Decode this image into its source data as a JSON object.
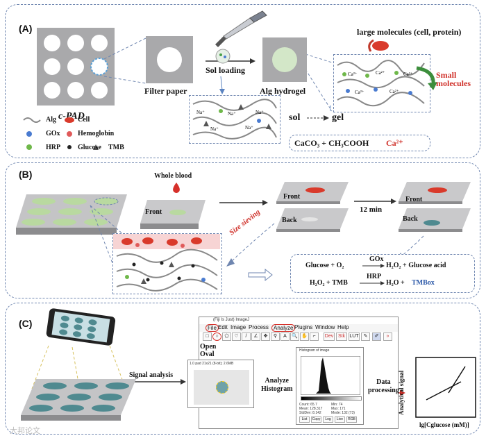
{
  "panels": {
    "a": {
      "label": "(A)",
      "cpad": "c-PAD",
      "filter_paper": "Filter paper",
      "sol_loading": "Sol loading",
      "alg_hydrogel": "Alg hydrogel",
      "large_molecules": "large molecules (cell, protein)",
      "small_molecules": "Small\nmolecules",
      "sol": "sol",
      "gel": "gel",
      "reaction": "CaCO₃ + CH₃COOH",
      "reaction_product": "Ca²⁺",
      "legend": [
        "Alg",
        "Cell",
        "GOx",
        "Hemoglobin",
        "HRP",
        "Glucose",
        "TMB"
      ]
    },
    "b": {
      "label": "(B)",
      "whole_blood": "Whole blood",
      "front": "Front",
      "back": "Back",
      "size_sieving": "Size sieving",
      "time": "12 min",
      "eq1_left": "Glucose + O₂",
      "eq1_enzyme": "GOx",
      "eq1_right": "H₂O₂ + Glucose acid",
      "eq2_left": "H₂O₂ + TMB",
      "eq2_enzyme": "HRP",
      "eq2_right": "H₂O + ",
      "eq2_product": "TMBox"
    },
    "c": {
      "label": "(C)",
      "signal_analysis": "Signal analysis",
      "open_oval": "Open\nOval",
      "analyze_histogram": "Analyze\nHistogram",
      "data_processing": "Data\nprocessing",
      "ylabel": "Analytical signal",
      "xlabel": "lg[Cglucose (mM)]",
      "imagej_title": "(Fiji Is Just) ImageJ",
      "menu": [
        "File",
        "Edit",
        "Image",
        "Process",
        "Analyze",
        "Plugins",
        "Window",
        "Help"
      ],
      "hist_title": "Histogram of image",
      "stats": [
        "Count: 65.7",
        "Mean: 128.317",
        "StdDev: 8.142",
        "Min: 74",
        "Max: 171",
        "Mode: 132 (73)"
      ],
      "hist_buttons": [
        "List",
        "Copy",
        "Log",
        "Live",
        "RGB"
      ]
    }
  },
  "watermark": "大邦论文"
}
